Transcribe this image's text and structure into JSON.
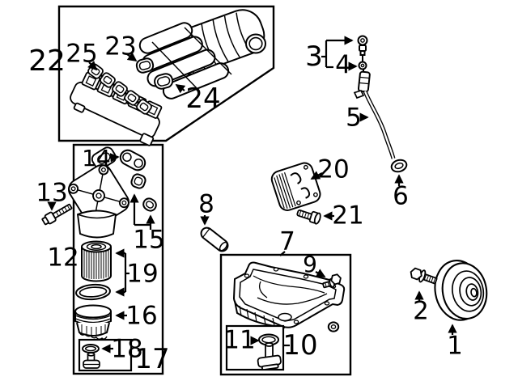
{
  "colors": {
    "background": "#ffffff",
    "ink": "#000000"
  },
  "callouts": {
    "1": {
      "label": "1"
    },
    "2": {
      "label": "2"
    },
    "3": {
      "label": "3"
    },
    "4": {
      "label": "4"
    },
    "5": {
      "label": "5"
    },
    "6": {
      "label": "6"
    },
    "7": {
      "label": "7"
    },
    "8": {
      "label": "8"
    },
    "9": {
      "label": "9"
    },
    "10": {
      "label": "10"
    },
    "11": {
      "label": "11"
    },
    "12": {
      "label": "12"
    },
    "13": {
      "label": "13"
    },
    "14": {
      "label": "14"
    },
    "15": {
      "label": "15"
    },
    "16": {
      "label": "16"
    },
    "17": {
      "label": "17"
    },
    "18": {
      "label": "18"
    },
    "19": {
      "label": "19"
    },
    "20": {
      "label": "20"
    },
    "21": {
      "label": "21"
    },
    "22": {
      "label": "22"
    },
    "23": {
      "label": "23"
    },
    "24": {
      "label": "24"
    },
    "25": {
      "label": "25"
    }
  }
}
